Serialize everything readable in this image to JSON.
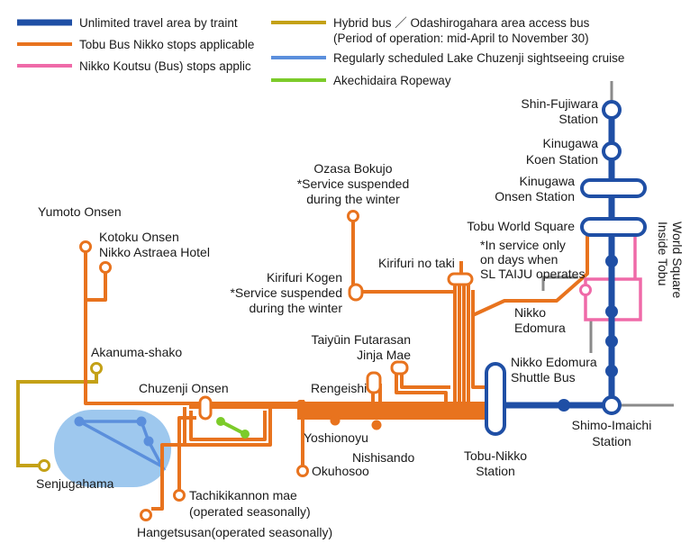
{
  "colors": {
    "tobu_rail": "#1f4fa5",
    "tobu_bus": "#e8731e",
    "koutsu_bus": "#ef6aa8",
    "hybrid_bus": "#c4a117",
    "cruise": "#5b8fdc",
    "ropeway": "#7ccb2a",
    "lake": "#9ec8ee",
    "gray_line": "#8a8a8a"
  },
  "legend": {
    "unlimited": "Unlimited travel area by traint",
    "tobu_bus": "Tobu Bus Nikko stops applicable",
    "koutsu_bus": "Nikko Koutsu (Bus) stops applic",
    "hybrid_line1": "Hybrid bus ／ Odashirogahara area access bus",
    "hybrid_line2": "(Period of operation: mid-April to November 30)",
    "cruise": "Regularly scheduled Lake Chuzenji sightseeing cruise",
    "ropeway": "Akechidaira Ropeway"
  },
  "stations": {
    "shin_fujiwara_1": "Shin-Fujiwara",
    "shin_fujiwara_2": "Station",
    "kinugawa_koen_1": "Kinugawa",
    "kinugawa_koen_2": "Koen Station",
    "kinugawa_onsen_1": "Kinugawa",
    "kinugawa_onsen_2": "Onsen Station",
    "tobu_world_square": "Tobu World Square",
    "inside_tws_1": "Inside Tobu",
    "inside_tws_2": "World Square",
    "sl_note_1": "*In service only",
    "sl_note_2": "on days when",
    "sl_note_3": "SL TAIJU operates",
    "nikko_edomura_1": "Nikko",
    "nikko_edomura_2": "Edomura",
    "shuttle_1": "Nikko Edomura",
    "shuttle_2": "Shuttle Bus",
    "shimo_imaichi_1": "Shimo-Imaichi",
    "shimo_imaichi_2": "Station",
    "tobu_nikko_1": "Tobu-Nikko",
    "tobu_nikko_2": "Station",
    "ozasa_1": "Ozasa Bokujo",
    "ozasa_2": "*Service suspended",
    "ozasa_3": "during the winter",
    "kirifuri_kogen_1": "Kirifuri Kogen",
    "kirifuri_kogen_2": "*Service suspended",
    "kirifuri_kogen_3": "during the winter",
    "kirifuri_no_taki": "Kirifuri no taki",
    "yumoto": "Yumoto Onsen",
    "kotoku_1": "Kotoku Onsen",
    "kotoku_2": "Nikko Astraea Hotel",
    "akanuma": "Akanuma-shako",
    "chuzenji": "Chuzenji Onsen",
    "senjugahama": "Senjugahama",
    "taiyuin_1": "Taiyūin Futarasan",
    "taiyuin_2": "Jinja Mae",
    "rengeishi": "Rengeishi",
    "yoshionoyu": "Yoshionoyu",
    "nishisando": "Nishisando",
    "okuhosoo": "Okuhosoo",
    "tachikikannon_1": "Tachikikannon mae",
    "tachikikannon_2": "(operated seasonally)",
    "hangetsusan": "Hangetsusan(operated seasonally)"
  }
}
